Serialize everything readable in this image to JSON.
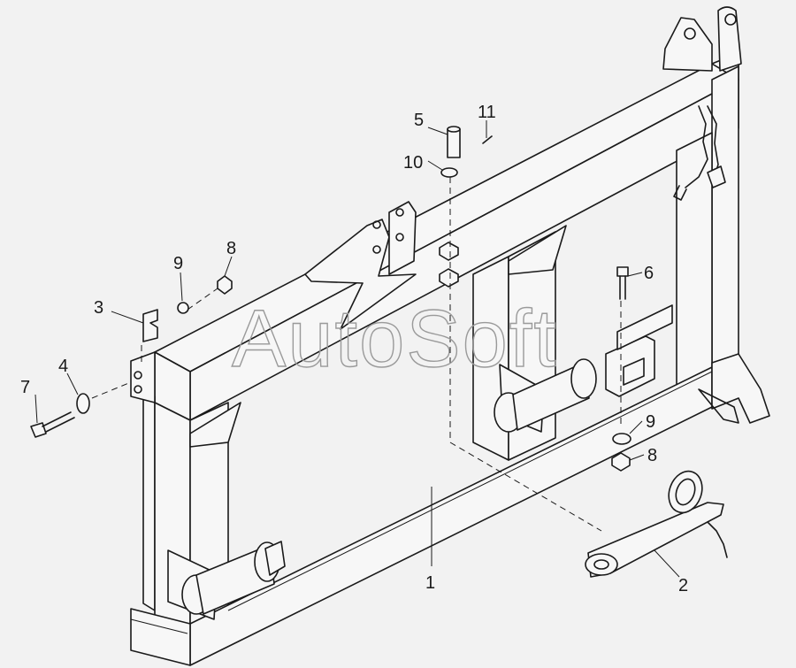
{
  "watermark": "AutoSoft",
  "callouts": [
    {
      "id": "c1",
      "label": "1"
    },
    {
      "id": "c2",
      "label": "2"
    },
    {
      "id": "c3",
      "label": "3"
    },
    {
      "id": "c4",
      "label": "4"
    },
    {
      "id": "c5",
      "label": "5"
    },
    {
      "id": "c6",
      "label": "6"
    },
    {
      "id": "c7",
      "label": "7"
    },
    {
      "id": "c8a",
      "label": "8"
    },
    {
      "id": "c8b",
      "label": "8"
    },
    {
      "id": "c9a",
      "label": "9"
    },
    {
      "id": "c9b",
      "label": "9"
    },
    {
      "id": "c10",
      "label": "10"
    },
    {
      "id": "c11",
      "label": "11"
    }
  ]
}
